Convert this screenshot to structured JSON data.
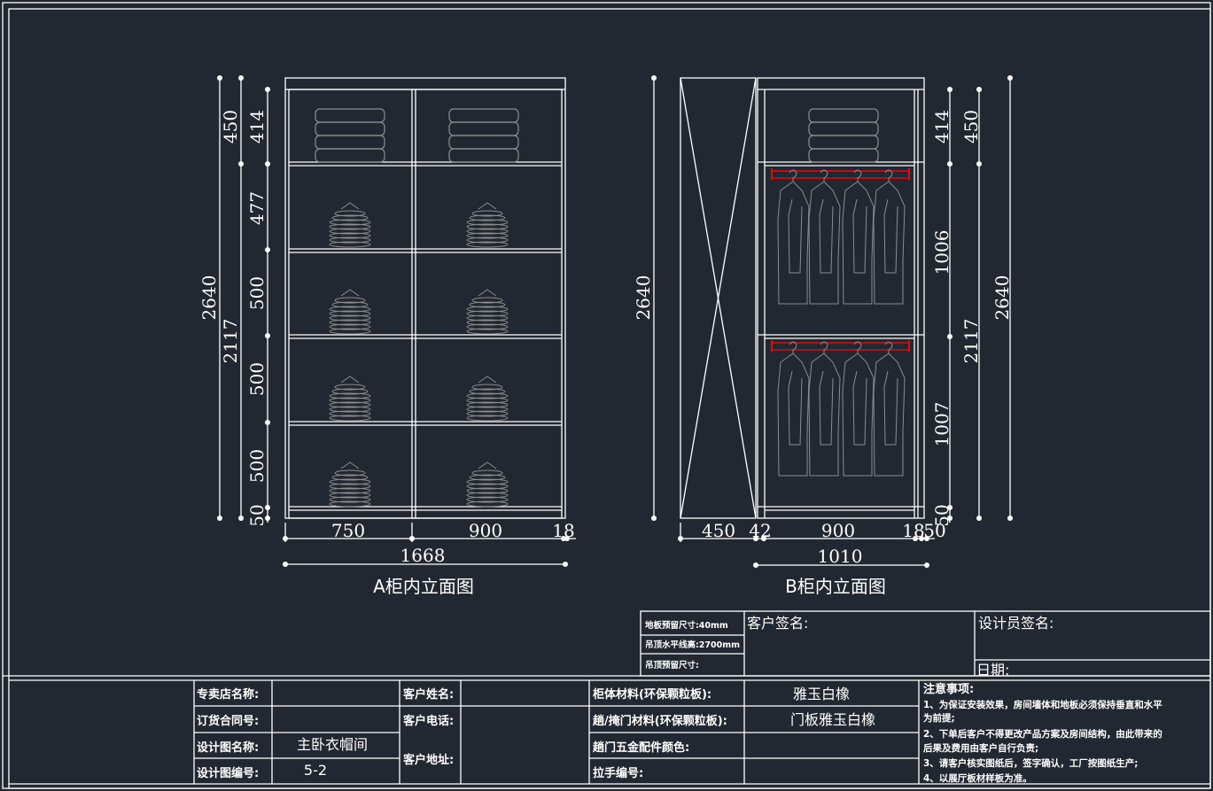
{
  "colors": {
    "background": "#222831",
    "line": "#ffffff",
    "fixture": "#8c8c8c",
    "rod": "#ff0000"
  },
  "drawing_a": {
    "title": "A柜内立面图",
    "total_height": "2640",
    "left_dims": [
      "450",
      "2117"
    ],
    "inner_dims": [
      "414",
      "477",
      "500",
      "500",
      "500",
      "50"
    ],
    "width_dims": [
      "750",
      "900",
      "18"
    ],
    "total_width": "1668"
  },
  "drawing_b": {
    "title": "B柜内立面图",
    "total_height_left": "2640",
    "inner_dims": [
      "414",
      "1006",
      "1007",
      "50"
    ],
    "right_dims": [
      "450",
      "2117"
    ],
    "total_height_right": "2640",
    "width_dims": [
      "450",
      "42",
      "900",
      "18",
      "50"
    ],
    "total_width": "1010"
  },
  "info_block": {
    "floor_reserve": "地板预留尺寸:40mm",
    "ceiling_level": "吊顶水平线高:2700mm",
    "ceiling_reserve": "吊顶预留尺寸:",
    "customer_signature": "客户签名:",
    "designer_signature": "设计员签名:",
    "date": "日期:"
  },
  "title_block": {
    "store_name_label": "专卖店名称:",
    "contract_no_label": "订货合同号:",
    "drawing_name_label": "设计图名称:",
    "drawing_name_value": "主卧衣帽间",
    "drawing_no_label": "设计图编号:",
    "drawing_no_value": "5-2",
    "customer_name_label": "客户姓名:",
    "customer_phone_label": "客户电话:",
    "customer_address_label": "客户地址:",
    "cabinet_material_label": "柜体材料(环保颗粒板):",
    "cabinet_material_value": "雅玉白橡",
    "door_material_label": "趟/掩门材料(环保颗粒板):",
    "door_material_value": "门板雅玉白橡",
    "hardware_color_label": "趟门五金配件颜色:",
    "handle_no_label": "拉手编号:"
  },
  "notes": {
    "title": "注意事项:",
    "lines": [
      "1、为保证安装效果，房间墙体和地板必须保持垂直和水平",
      "为前提;",
      "2、下单后客户不得更改产品方案及房间结构，由此带来的",
      "后果及费用由客户自行负责;",
      "3、请客户核实图纸后，签字确认，工厂按图纸生产;",
      "4、以展厅板材样板为准。"
    ]
  }
}
